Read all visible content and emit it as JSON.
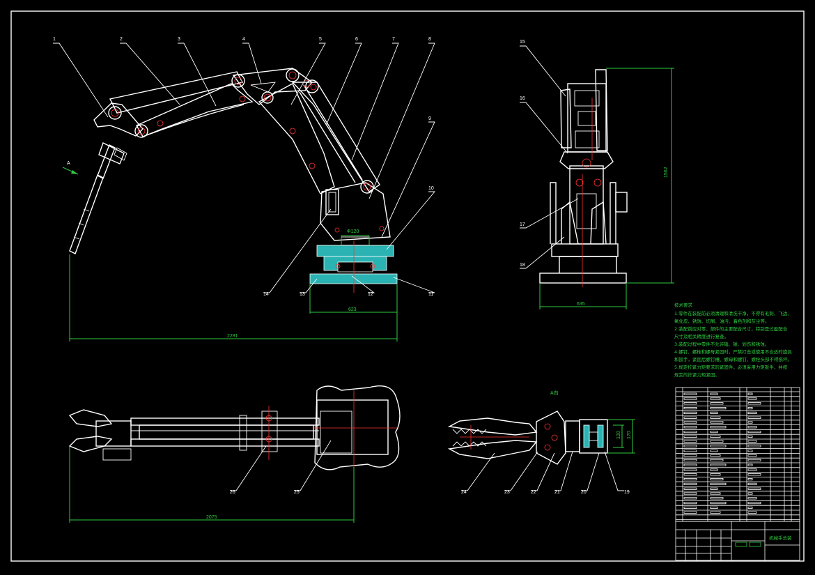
{
  "part_labels": [
    "1",
    "2",
    "3",
    "4",
    "5",
    "6",
    "7",
    "8",
    "9",
    "10",
    "11",
    "12",
    "13",
    "14",
    "15",
    "16",
    "17",
    "18",
    "19",
    "20",
    "21",
    "22",
    "23",
    "24",
    "25",
    "26"
  ],
  "view_label": "A",
  "view_title": "A向",
  "dimensions": {
    "bore": "Φ120",
    "base_width": "623",
    "overall_reach": "2281",
    "plan_length": "2075",
    "side_width": "635",
    "side_height": "1562",
    "gripper_width": "170",
    "gripper_inner": "120"
  },
  "tech_requirements": {
    "title": "技术要求",
    "lines": [
      "1.零件在装配前必须清理和清洗干净，不得有毛刺、飞边、",
      "氧化皮、锈蚀、切屑、油污、着色剂和灰尘等。",
      "2.装配前应对零、部件的主要配合尺寸，特别是过盈配合",
      "尺寸及相关精度进行复查。",
      "3.装配过程中零件不允许磕、碰、划伤和锈蚀。",
      "4.螺钉、螺栓和螺母紧固时，严禁打击或使用不合适的旋具",
      "和扳手，紧固后螺钉槽、螺母和螺钉、螺栓头部不得损坏。",
      "5.规定拧紧力矩要求的紧固件，必须采用力矩扳手，并按",
      "规定的拧紧力矩紧固。"
    ]
  },
  "title_block": {
    "name": "机械手总装"
  },
  "colors": {
    "background": "#000000",
    "outline": "#ffffff",
    "dimension": "#2ecc40",
    "centerline": "#ff3333",
    "section_fill": "#2bb3b3"
  }
}
